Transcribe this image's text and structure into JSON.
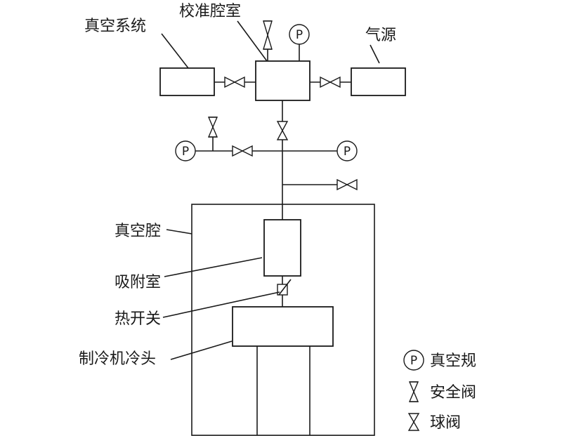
{
  "labels": {
    "vacuum_system": "真空系统",
    "calibration_chamber": "校准腔室",
    "gas_source": "气源",
    "vacuum_chamber": "真空腔",
    "adsorption_chamber": "吸附室",
    "heat_switch": "热开关",
    "cryocooler_cold_head": "制冷机冷头"
  },
  "gauge_symbol": "P",
  "legend": [
    {
      "label": "真空规",
      "icon": "vacuum-gauge-icon"
    },
    {
      "label": "安全阀",
      "icon": "safety-valve-icon"
    },
    {
      "label": "球阀",
      "icon": "ball-valve-icon"
    }
  ],
  "colors": {
    "stroke": "#1a1a1a",
    "background": "#ffffff"
  }
}
